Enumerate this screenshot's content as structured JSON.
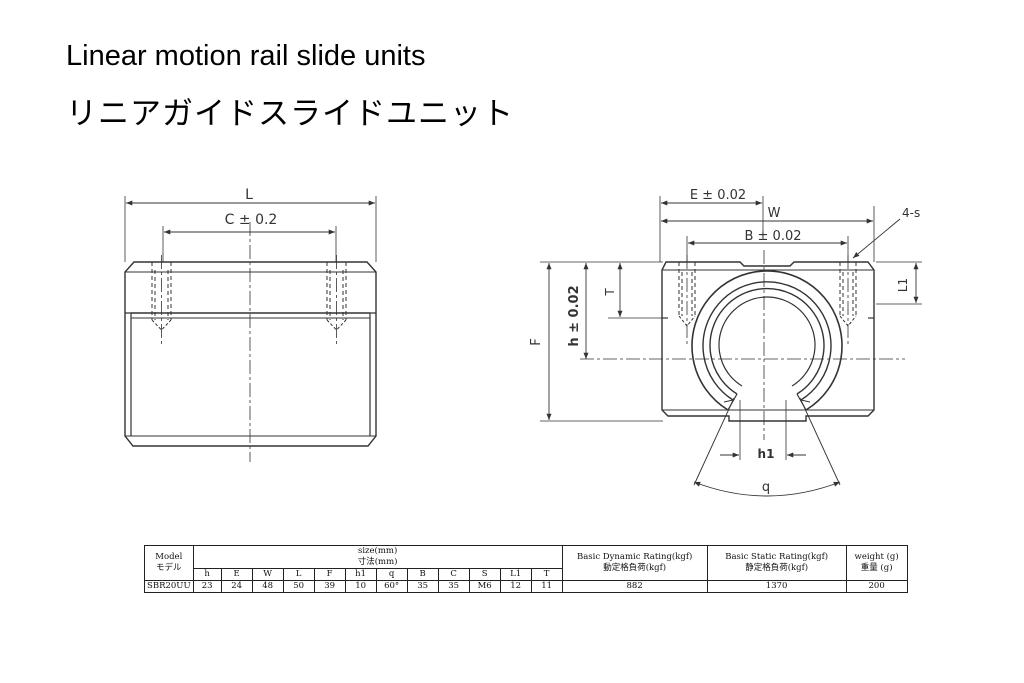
{
  "title_en": "Linear motion rail slide units",
  "title_jp": "リニアガイドスライドユニット",
  "drawing": {
    "side_labels": {
      "L": "L",
      "C": "C ± 0.2"
    },
    "front_labels": {
      "E": "E ± 0.02",
      "W": "W",
      "B": "B ± 0.02",
      "S": "4-s",
      "T": "T",
      "L1": "L1",
      "F": "F",
      "h": "h ± 0.02",
      "h1": "h1",
      "q": "q"
    }
  },
  "table": {
    "model_header": [
      "Model",
      "モデル"
    ],
    "size_header": [
      "size(mm)",
      "寸法(mm)"
    ],
    "dynamic_header": [
      "Basic Dynamic Rating(kgf)",
      "動定格負荷(kgf)"
    ],
    "static_header": [
      "Basic Static Rating(kgf)",
      "静定格負荷(kgf)"
    ],
    "weight_header": [
      "weight (g)",
      "重量 (g)"
    ],
    "columns": [
      "h",
      "E",
      "W",
      "L",
      "F",
      "h1",
      "q",
      "B",
      "C",
      "S",
      "L1",
      "T"
    ],
    "row": {
      "model": "SBR20UU",
      "values": [
        "23",
        "24",
        "48",
        "50",
        "39",
        "10",
        "60°",
        "35",
        "35",
        "M6",
        "12",
        "11"
      ],
      "dynamic": "882",
      "static": "1370",
      "weight": "200"
    }
  }
}
